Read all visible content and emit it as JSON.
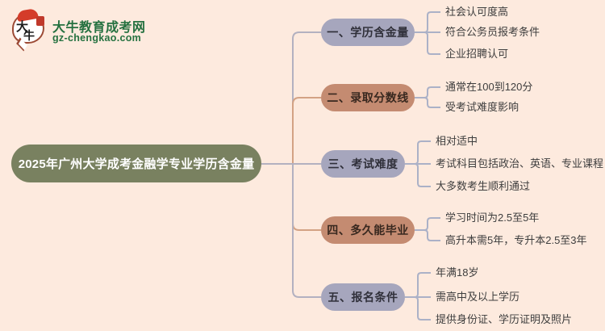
{
  "page": {
    "background": "#fdeade"
  },
  "logo": {
    "bubble_char1": "大",
    "bubble_char2": "牛",
    "site_name": "大牛教育成考网",
    "site_url": "gz-chengkao.com",
    "brand_green": "#257140",
    "accent_red": "#d43c2a"
  },
  "root": {
    "label": "2025年广州大学成考金融学专业学历含金量",
    "fill": "#798160",
    "text_color": "#ffffff"
  },
  "branches": [
    {
      "label": "一、学历含金量",
      "fill": "#a6a6bd",
      "wire_color": "#b3b1c0",
      "items": [
        "社会认可度高",
        "符合公务员报考条件",
        "企业招聘认可"
      ]
    },
    {
      "label": "二、录取分数线",
      "fill": "#c48b71",
      "wire_color": "#d3a284",
      "items": [
        "通常在100到120分",
        "受考试难度影响"
      ]
    },
    {
      "label": "三、考试难度",
      "fill": "#a6a6bd",
      "wire_color": "#b3b1c0",
      "items": [
        "相对适中",
        "考试科目包括政治、英语、专业课程",
        "大多数考生顺利通过"
      ]
    },
    {
      "label": "四、多久能毕业",
      "fill": "#c48b71",
      "wire_color": "#d3a284",
      "items": [
        "学习时间为2.5至5年",
        "高升本需5年，专升本2.5至3年"
      ]
    },
    {
      "label": "五、报名条件",
      "fill": "#a6a6bd",
      "wire_color": "#b3b1c0",
      "items": [
        "年满18岁",
        "需高中及以上学历",
        "提供身份证、学历证明及照片"
      ]
    }
  ]
}
